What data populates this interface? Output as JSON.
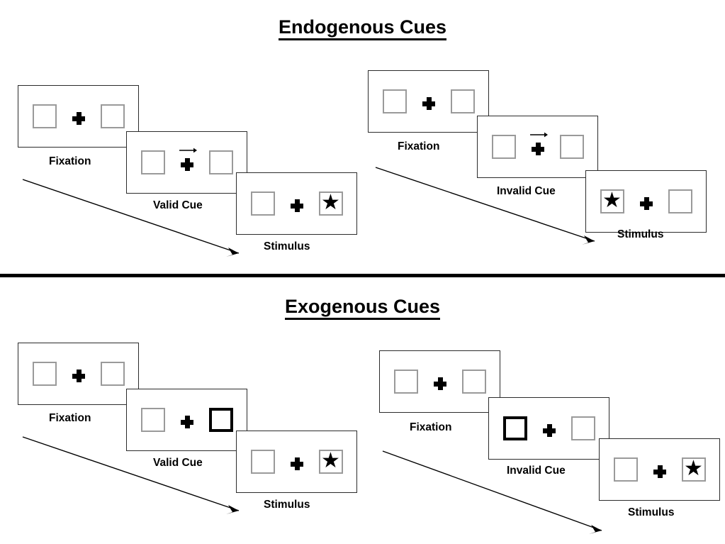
{
  "sections": [
    {
      "id": "endogenous",
      "title": "Endogenous Cues",
      "columns": [
        {
          "id": "endogenous-valid",
          "stages": [
            {
              "caption": "Fixation",
              "left_box": "empty",
              "right_box": "empty",
              "cue": "none",
              "arrow_direction": "none"
            },
            {
              "caption": "Valid Cue",
              "left_box": "empty",
              "right_box": "empty",
              "cue": "arrow",
              "arrow_direction": "right"
            },
            {
              "caption": "Stimulus",
              "left_box": "empty",
              "right_box": "star",
              "cue": "none",
              "arrow_direction": "none"
            }
          ]
        },
        {
          "id": "endogenous-invalid",
          "stages": [
            {
              "caption": "Fixation",
              "left_box": "empty",
              "right_box": "empty",
              "cue": "none",
              "arrow_direction": "none"
            },
            {
              "caption": "Invalid Cue",
              "left_box": "empty",
              "right_box": "empty",
              "cue": "arrow",
              "arrow_direction": "right"
            },
            {
              "caption": "Stimulus",
              "left_box": "star",
              "right_box": "empty",
              "cue": "none",
              "arrow_direction": "none"
            }
          ]
        }
      ]
    },
    {
      "id": "exogenous",
      "title": "Exogenous Cues",
      "columns": [
        {
          "id": "exogenous-valid",
          "stages": [
            {
              "caption": "Fixation",
              "left_box": "empty",
              "right_box": "empty",
              "cue": "none",
              "arrow_direction": "none"
            },
            {
              "caption": "Valid Cue",
              "left_box": "empty",
              "right_box": "highlighted",
              "cue": "box-flash",
              "arrow_direction": "none"
            },
            {
              "caption": "Stimulus",
              "left_box": "empty",
              "right_box": "star",
              "cue": "none",
              "arrow_direction": "none"
            }
          ]
        },
        {
          "id": "exogenous-invalid",
          "stages": [
            {
              "caption": "Fixation",
              "left_box": "empty",
              "right_box": "empty",
              "cue": "none",
              "arrow_direction": "none"
            },
            {
              "caption": "Invalid Cue",
              "left_box": "highlighted",
              "right_box": "empty",
              "cue": "box-flash",
              "arrow_direction": "none"
            },
            {
              "caption": "Stimulus",
              "left_box": "empty",
              "right_box": "star",
              "cue": "none",
              "arrow_direction": "none"
            }
          ]
        }
      ]
    }
  ],
  "glyphs": {
    "star": "★",
    "fixation_cross": "plus-icon",
    "cue_arrow": "arrow-right-icon",
    "time_arrow": "time-flow-arrow-icon"
  },
  "colors": {
    "ink": "#000000",
    "frame_border": "#2b2b2b",
    "box_border": "#9a9a9a",
    "box_border_cued": "#000000",
    "background": "#ffffff"
  }
}
